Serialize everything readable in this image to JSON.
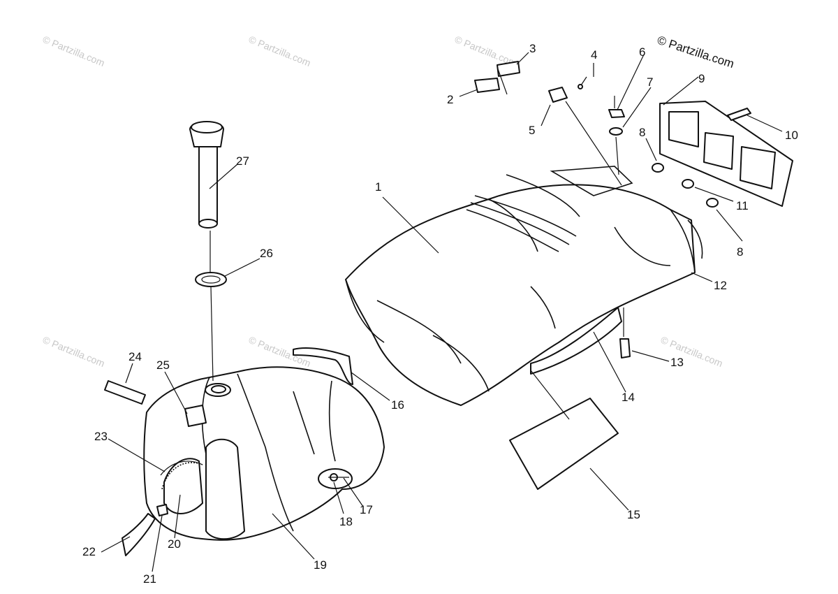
{
  "copyright": "© Partzilla.com",
  "watermark_text": "© Partzilla.com",
  "callouts": [
    {
      "text": "1"
    },
    {
      "text": "2"
    },
    {
      "text": "3"
    },
    {
      "text": "4"
    },
    {
      "text": "5"
    },
    {
      "text": "6"
    },
    {
      "text": "7"
    },
    {
      "text": "8"
    },
    {
      "text": "8"
    },
    {
      "text": "9"
    },
    {
      "text": "10"
    },
    {
      "text": "11"
    },
    {
      "text": "12"
    },
    {
      "text": "13"
    },
    {
      "text": "14"
    },
    {
      "text": "15"
    },
    {
      "text": "16"
    },
    {
      "text": "17"
    },
    {
      "text": "18"
    },
    {
      "text": "19"
    },
    {
      "text": "20"
    },
    {
      "text": "21"
    },
    {
      "text": "22"
    },
    {
      "text": "23"
    },
    {
      "text": "24"
    },
    {
      "text": "25"
    },
    {
      "text": "26"
    },
    {
      "text": "27"
    }
  ]
}
